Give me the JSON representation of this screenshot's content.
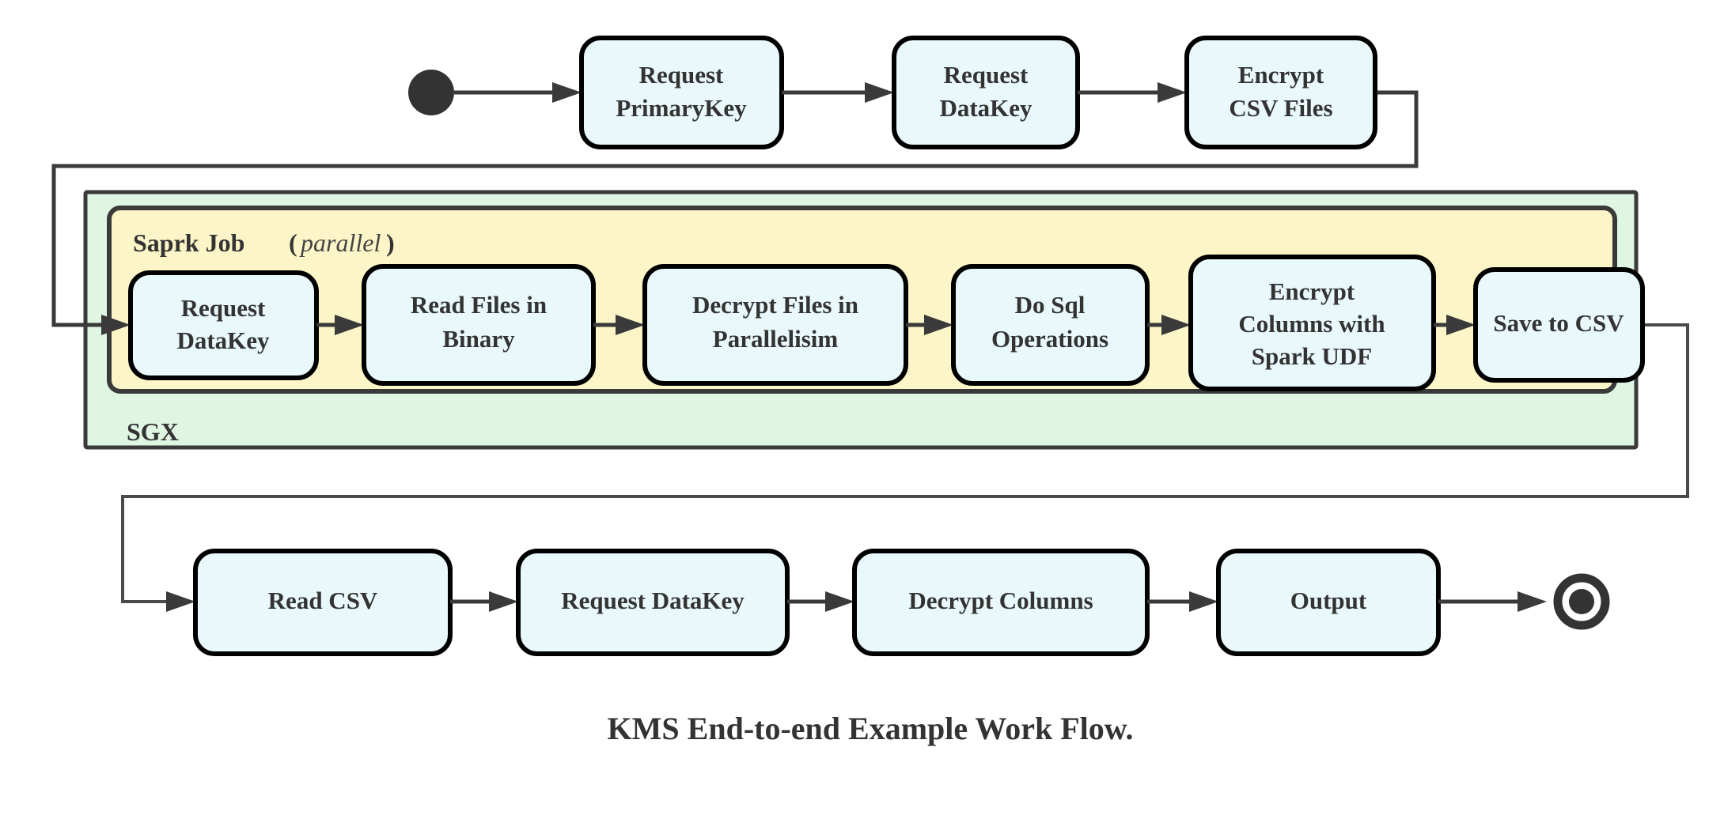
{
  "diagram": {
    "caption": "KMS End-to-end Example Work Flow.",
    "colors": {
      "node_fill": "#e8f8fb",
      "node_stroke": "#000000",
      "sgx_fill": "#dff6e2",
      "spark_fill": "#fcf5c7",
      "edge": "#3a3a3a",
      "text": "#333333",
      "background": "#ffffff"
    },
    "containers": {
      "outer": {
        "label": "SGX",
        "label_position": "bottom-left"
      },
      "inner": {
        "label": "Saprk Job",
        "label_suffix": "(parallel)",
        "label_suffix_open": "(",
        "label_suffix_italic": "parallel",
        "label_suffix_close": ")",
        "label_position": "top-left"
      }
    },
    "start_node": {
      "name": "start",
      "shape": "filled-circle"
    },
    "end_node": {
      "name": "end",
      "shape": "bullseye-circle"
    },
    "rows": {
      "top": [
        {
          "id": "request-primarykey",
          "lines": [
            "Request",
            "PrimaryKey"
          ]
        },
        {
          "id": "request-datakey-top",
          "lines": [
            "Request",
            "DataKey"
          ]
        },
        {
          "id": "encrypt-csv-files",
          "lines": [
            "Encrypt",
            "CSV Files"
          ]
        }
      ],
      "middle": [
        {
          "id": "request-datakey-spark",
          "lines": [
            "Request",
            "DataKey"
          ]
        },
        {
          "id": "read-files-in-binary",
          "lines": [
            "Read Files in",
            "Binary"
          ]
        },
        {
          "id": "decrypt-files-in-parallelisim",
          "lines": [
            "Decrypt Files in",
            "Parallelisim"
          ]
        },
        {
          "id": "do-sql-operations",
          "lines": [
            "Do Sql",
            "Operations"
          ]
        },
        {
          "id": "encrypt-columns-with-spark-udf",
          "lines": [
            "Encrypt",
            "Columns with",
            "Spark UDF"
          ]
        },
        {
          "id": "save-to-csv",
          "lines": [
            "Save to CSV"
          ]
        }
      ],
      "bottom": [
        {
          "id": "read-csv",
          "lines": [
            "Read CSV"
          ]
        },
        {
          "id": "request-datakey-bottom",
          "lines": [
            "Request DataKey"
          ]
        },
        {
          "id": "decrypt-columns",
          "lines": [
            "Decrypt Columns"
          ]
        },
        {
          "id": "output",
          "lines": [
            "Output"
          ]
        }
      ]
    },
    "flow_sequence": [
      "start",
      "Request PrimaryKey",
      "Request DataKey",
      "Encrypt CSV Files",
      "Request DataKey",
      "Read Files in Binary",
      "Decrypt Files in Parallelisim",
      "Do Sql Operations",
      "Encrypt Columns with Spark UDF",
      "Save to CSV",
      "Read CSV",
      "Request DataKey",
      "Decrypt Columns",
      "Output",
      "end"
    ]
  }
}
